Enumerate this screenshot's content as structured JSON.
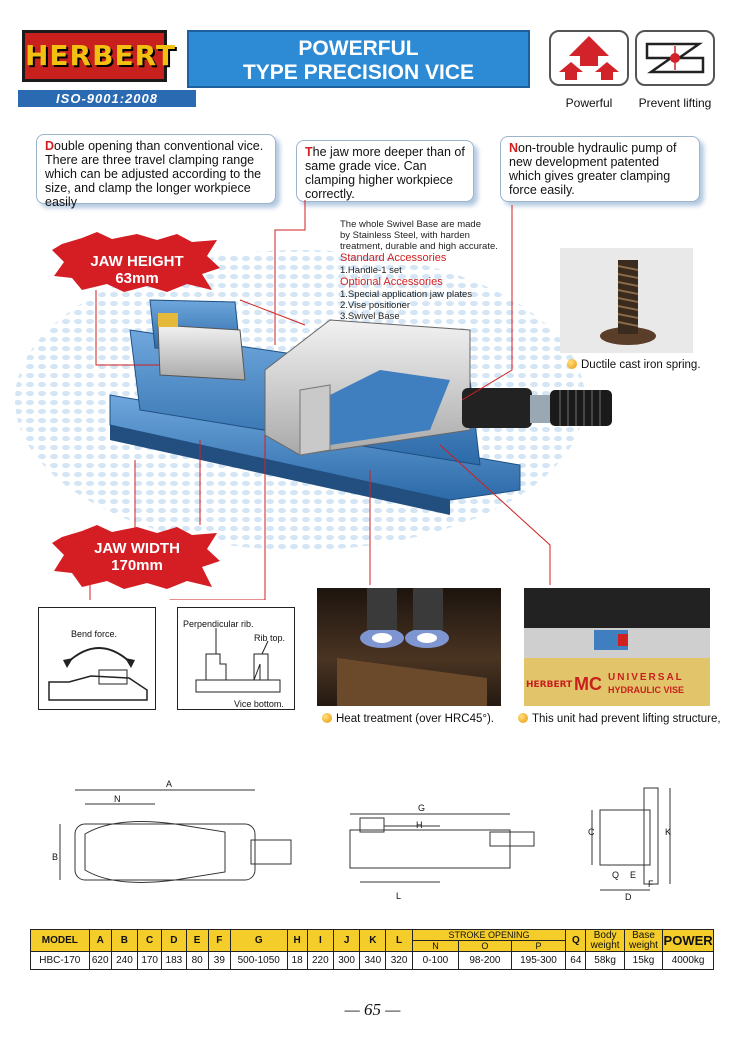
{
  "header": {
    "logo_text": "HERBERT",
    "iso_badge": "ISO-9001:2008",
    "title_line1": "POWERFUL",
    "title_line2": "TYPE PRECISION VICE",
    "feature_icons": [
      {
        "label": "Powerful",
        "icon": "powerful-arrows-icon"
      },
      {
        "label": "Prevent lifting",
        "icon": "prevent-lifting-icon"
      }
    ]
  },
  "callouts": [
    {
      "cap": "D",
      "text": "ouble opening than conventional vice. There are three travel clamping range which can be adjusted according to the size, and clamp the longer workpiece easily"
    },
    {
      "cap": "T",
      "text": "he jaw more deeper than of same grade vice. Can clamping higher workpiece correctly."
    },
    {
      "cap": "N",
      "text": "on-trouble hydraulic pump of new development patented which gives greater clamping force easily."
    }
  ],
  "spec_notes": {
    "intro": [
      "The whole Swivel Base are made",
      "by Stainless Steel, with harden",
      "treatment, durable and high accurate."
    ],
    "standard_heading": "Standard Accessories",
    "standard_items": [
      "1.Handle-1 set"
    ],
    "optional_heading": "Optional Accessories",
    "optional_items": [
      "1.Special application jaw plates",
      "2.Vise positioner",
      "3.Swivel Base"
    ]
  },
  "jaw_height": {
    "line1": "JAW HEIGHT",
    "line2": "63mm"
  },
  "jaw_width": {
    "line1": "JAW WIDTH",
    "line2": "170mm"
  },
  "photo_captions": {
    "spring": "Ductile cast iron spring.",
    "heat": "Heat treatment (over HRC45°).",
    "unit": "This unit had prevent lifting structure,"
  },
  "unit_nameplate": {
    "brand": "HERBERT",
    "model": "MC",
    "line1": "UNIVERSAL",
    "line2": "HYDRAULIC VISE"
  },
  "sketches": {
    "bend": {
      "label": "Bend force."
    },
    "rib": {
      "perpendicular": "Perpendicular rib.",
      "rib_top": "Rib top.",
      "vice_bottom": "Vice bottom."
    }
  },
  "drawing_labels": {
    "top_view": [
      "A",
      "N",
      "B"
    ],
    "side_view": [
      "G",
      "H",
      "L"
    ],
    "end_view": [
      "C",
      "K",
      "Q",
      "E",
      "F",
      "D"
    ]
  },
  "spec_table": {
    "headers": [
      "MODEL",
      "A",
      "B",
      "C",
      "D",
      "E",
      "F",
      "G",
      "H",
      "I",
      "J",
      "K",
      "L"
    ],
    "stroke_heading": "STROKE OPENING",
    "stroke_sub": [
      "N",
      "O",
      "P"
    ],
    "q": "Q",
    "body_weight": [
      "Body",
      "weight"
    ],
    "base_weight": [
      "Base",
      "weight"
    ],
    "power": "POWER",
    "row": [
      "HBC-170",
      "620",
      "240",
      "170",
      "183",
      "80",
      "39",
      "500-1050",
      "18",
      "220",
      "300",
      "340",
      "320",
      "0-100",
      "98-200",
      "195-300",
      "64",
      "58kg",
      "15kg",
      "4000kg"
    ]
  },
  "page_number": "— 65 —",
  "colors": {
    "brand_red": "#c8201d",
    "title_blue": "#2d8ad4",
    "vice_blue": "#3f7fc0",
    "table_yellow": "#f4cd2a",
    "accent_red": "#d21f1f"
  }
}
